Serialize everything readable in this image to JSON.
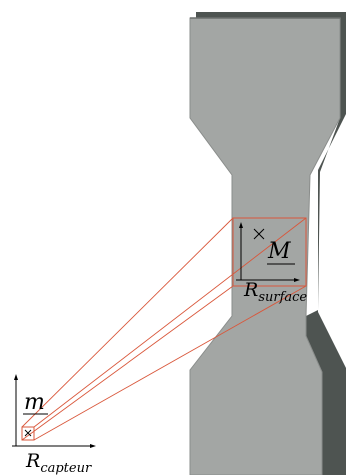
{
  "diagram": {
    "surface_frame": {
      "point_label": "M",
      "frame_label": "R",
      "frame_subscript": "surface"
    },
    "sensor_frame": {
      "point_label": "m",
      "frame_label": "R",
      "frame_subscript": "capteur"
    },
    "colors": {
      "specimen_fill": "#a3a6a4",
      "specimen_shadow": "#4e5451",
      "specimen_edge": "#8a8d8b",
      "projection_lines": "#d9573b",
      "axes": "#000000"
    }
  }
}
